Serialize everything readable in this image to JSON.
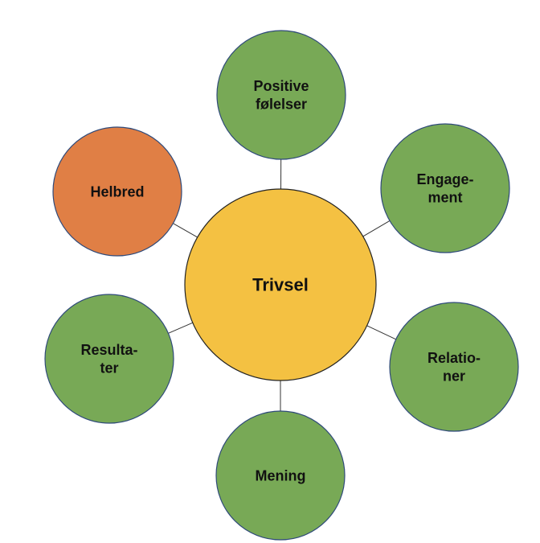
{
  "diagram": {
    "center": {
      "label": [
        "Trivsel"
      ],
      "color": "#F4C142"
    },
    "nodes": [
      {
        "id": "positive",
        "label": [
          "Positive",
          "følelser"
        ],
        "color": "#78A956"
      },
      {
        "id": "engagement",
        "label": [
          "Engage-",
          "ment"
        ],
        "color": "#78A956"
      },
      {
        "id": "relationer",
        "label": [
          "Relatio-",
          "ner"
        ],
        "color": "#78A956"
      },
      {
        "id": "mening",
        "label": [
          "Mening"
        ],
        "color": "#78A956"
      },
      {
        "id": "resultater",
        "label": [
          "Resulta-",
          "ter"
        ],
        "color": "#78A956"
      },
      {
        "id": "helbred",
        "label": [
          "Helbred"
        ],
        "color": "#E07F45"
      }
    ],
    "stroke_color": "#2F4A7A",
    "connector_color": "#333333"
  }
}
